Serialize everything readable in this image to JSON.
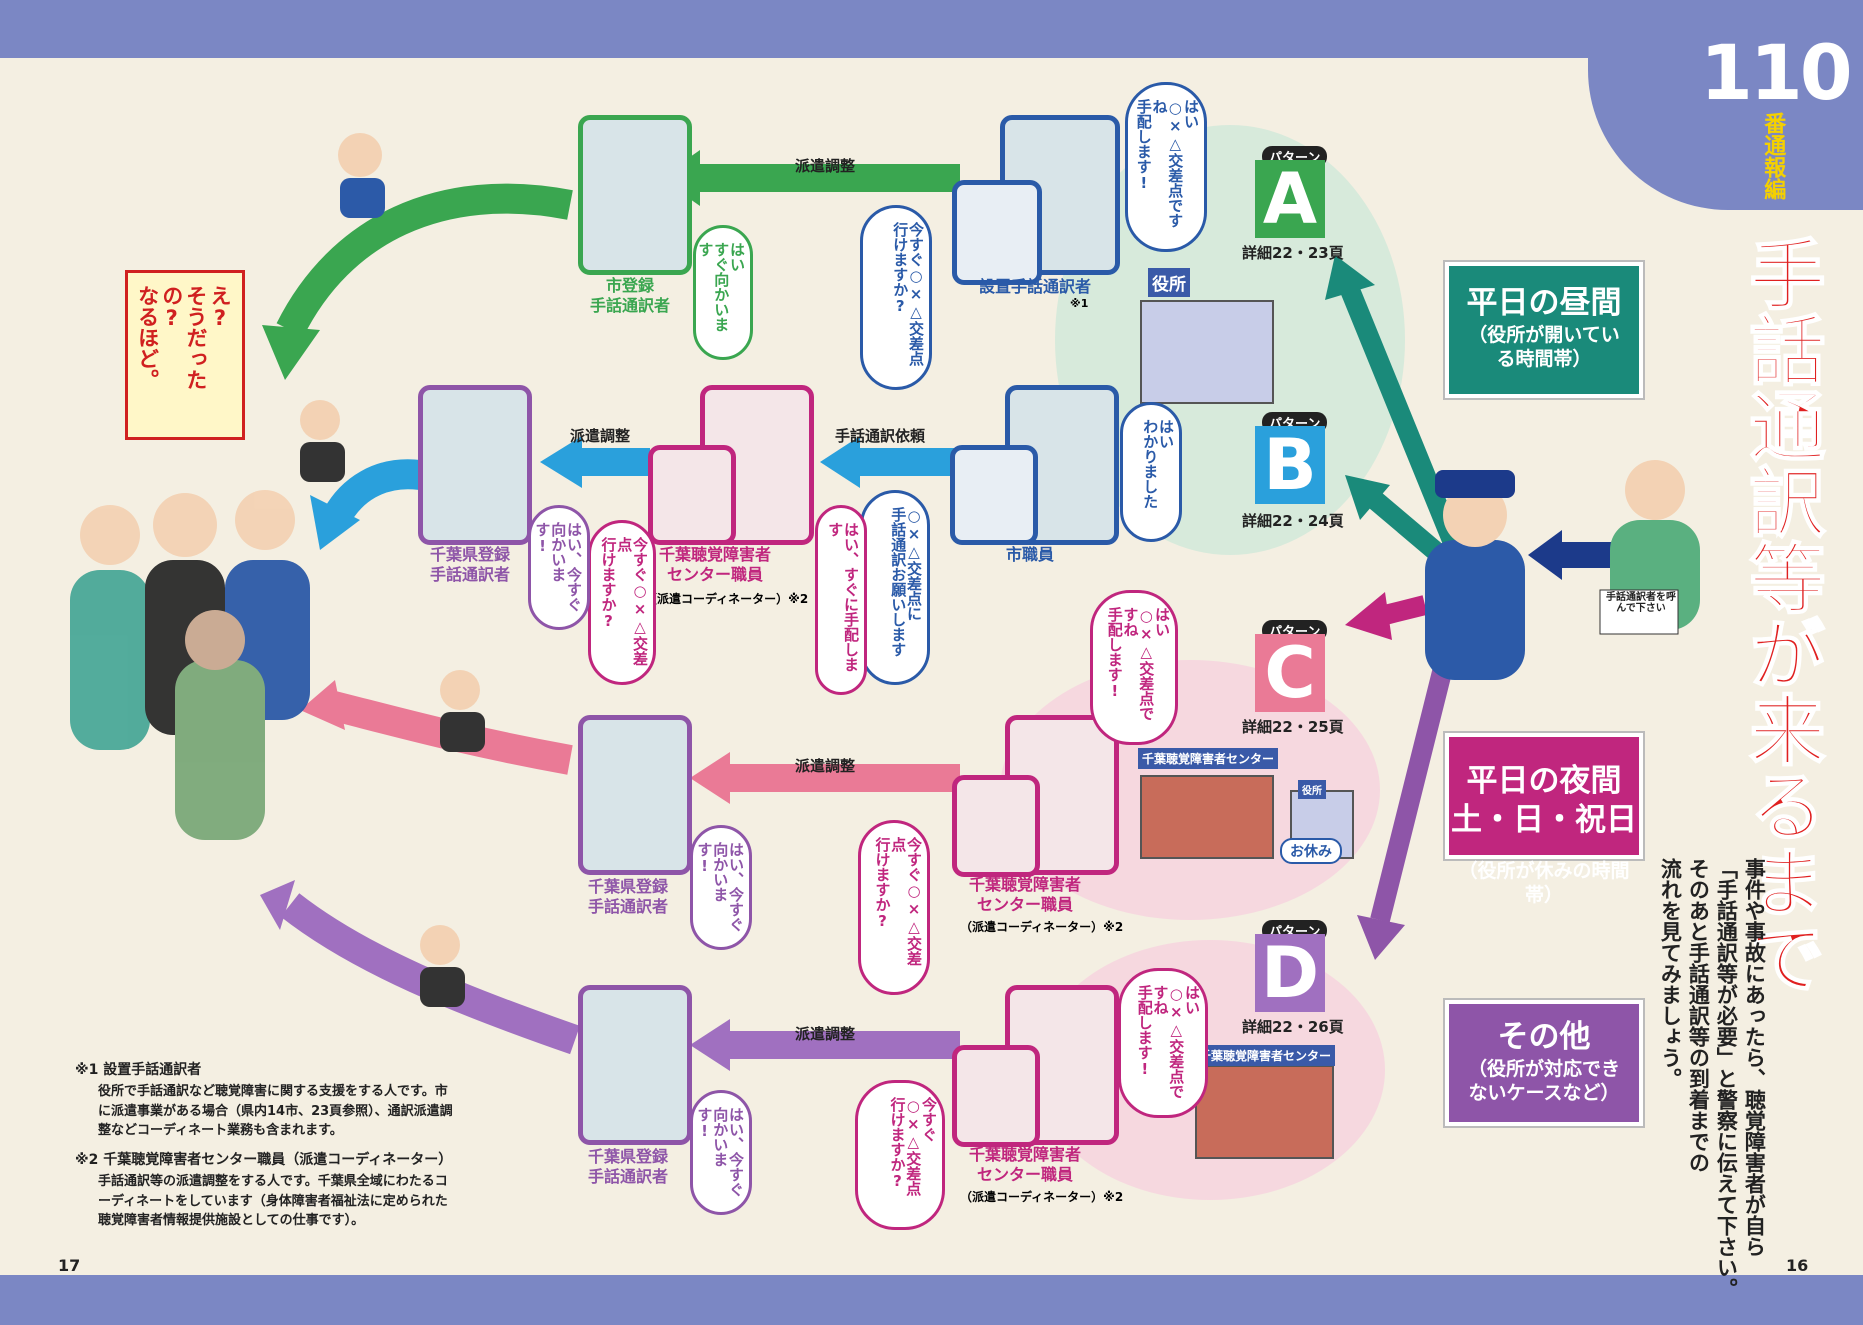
{
  "header": {
    "number": "110",
    "number_suffix": "番通報編",
    "title": "手話通訳等が来るまで",
    "intro_lines": [
      "事件や事故にあったら、聴覚障害者が自ら",
      "「手話通訳等が必要」と警察に伝えて下さい。",
      "そのあと手話通訳等の到着までの",
      "流れを見てみましょう。"
    ]
  },
  "time_boxes": [
    {
      "title": "平日の昼間",
      "sub": "（役所が開いている時間帯）",
      "color": "#1a8a7a"
    },
    {
      "title": "平日の夜間\n土・日・祝日",
      "sub": "（役所が休みの時間帯）",
      "color": "#c0267e"
    },
    {
      "title": "その他",
      "sub": "（役所が対応できないケースなど）",
      "color": "#8e55a8"
    }
  ],
  "patterns": [
    {
      "label": "パターン",
      "letter": "A",
      "ref": "詳細22・23頁",
      "color": "#3aa650"
    },
    {
      "label": "パターン",
      "letter": "B",
      "ref": "詳細22・24頁",
      "color": "#2aa0dc"
    },
    {
      "label": "パターン",
      "letter": "C",
      "ref": "詳細22・25頁",
      "color": "#ea7a96"
    },
    {
      "label": "パターン",
      "letter": "D",
      "ref": "詳細22・26頁",
      "color": "#a070c0"
    }
  ],
  "buildings": {
    "city_office": "役所",
    "center": "千葉聴覚障害者センター",
    "center_small": "役所",
    "closed": "お休み"
  },
  "caller_sign": "手話通訳者を呼んで下さい",
  "rows": {
    "a": {
      "sender": "設置手話通訳者",
      "sender_note": "※1",
      "sender_reply": "はい\n○×△交差点ですね\n手配します!",
      "request": "今すぐ○×△交差点\n行けますか?",
      "flow": "派遣調整",
      "receiver": "市登録\n手話通訳者",
      "receiver_reply": "はい\nすぐ向かいます"
    },
    "b": {
      "caller": "市職員",
      "caller_reply": "はい\nわかりました",
      "caller_request": "○×△交差点に\n手話通訳お願いします",
      "flow1": "手話通訳依頼",
      "coord": "千葉聴覚障害者\nセンター職員",
      "coord_note": "（派遣コーディネーター）※2",
      "coord_reply": "はい、すぐに手配します",
      "coord_request": "今すぐ○×△交差点\n行けますか?",
      "flow2": "派遣調整",
      "receiver": "千葉県登録\n手話通訳者",
      "receiver_reply": "はい、今すぐ\n向かいます!"
    },
    "c": {
      "coord": "千葉聴覚障害者\nセンター職員",
      "coord_note": "（派遣コーディネーター）※2",
      "coord_reply": "はい\n○×△交差点ですね\n手配します!",
      "coord_request": "今すぐ○×△交差点\n行けますか?",
      "flow": "派遣調整",
      "receiver": "千葉県登録\n手話通訳者",
      "receiver_reply": "はい、今すぐ\n向かいます!"
    },
    "d": {
      "coord": "千葉聴覚障害者\nセンター職員",
      "coord_note": "（派遣コーディネーター）※2",
      "coord_reply": "はい\n○×△交差点ですね\n手配します!",
      "coord_request": "今すぐ\n○×△交差点\n行けますか?",
      "flow": "派遣調整",
      "receiver": "千葉県登録\n手話通訳者",
      "receiver_reply": "はい、今すぐ\n向かいます!"
    }
  },
  "scene_bubble": "え?\nそうだったの?\nなるほど。",
  "footnotes": {
    "n1_title": "※1 設置手話通訳者",
    "n1_body": "役所で手話通訳など聴覚障害に関する支援をする人です。市に派遣事業がある場合（県内14市、23頁参照）、通訳派遣調整などコーディネート業務も含まれます。",
    "n2_title": "※2 千葉聴覚障害者センター職員（派遣コーディネーター）",
    "n2_body": "手話通訳等の派遣調整をする人です。千葉県全域にわたるコーディネートをしています（身体障害者福祉法に定められた聴覚障害者情報提供施設としての仕事です）。"
  },
  "page_numbers": {
    "left": "17",
    "right": "16"
  },
  "colors": {
    "band": "#7b87c4",
    "green": "#3aa650",
    "teal": "#1a8a7a",
    "blue": "#2aa0dc",
    "pink": "#ea7a96",
    "purple": "#a070c0",
    "magenta": "#c0267e",
    "navy": "#1c3a8a"
  }
}
